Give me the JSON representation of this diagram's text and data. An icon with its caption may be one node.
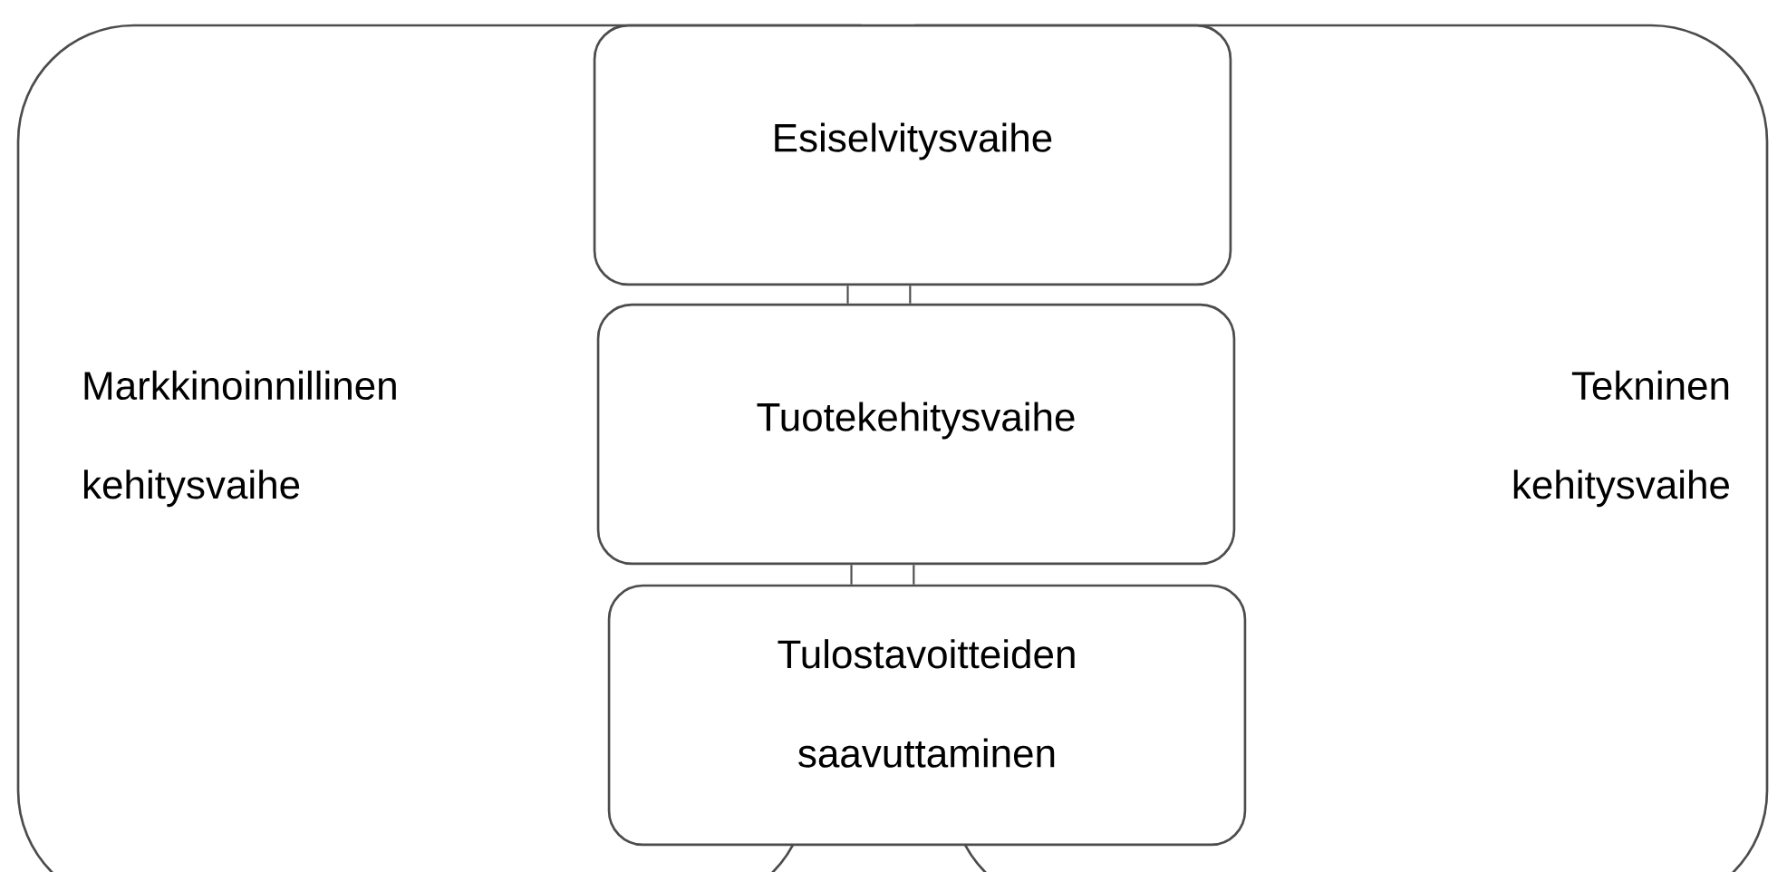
{
  "diagram": {
    "nodes": [
      {
        "text": [
          "Markkinoinnillinen kehitysvaihe"
        ]
      },
      {
        "text": [
          "Tekninen kehitysvaihe"
        ]
      },
      {
        "text": [
          "Esiselvitysvaihe"
        ]
      },
      {
        "text": [
          "Tuotekehitysvaihe"
        ]
      },
      {
        "text": [
          "Tulostavoitteiden saavuttaminen"
        ]
      }
    ],
    "edges": [
      {
        "from": 2,
        "to": 3,
        "arrow": "none"
      },
      {
        "from": 3,
        "to": 4,
        "arrow": "none"
      }
    ]
  }
}
